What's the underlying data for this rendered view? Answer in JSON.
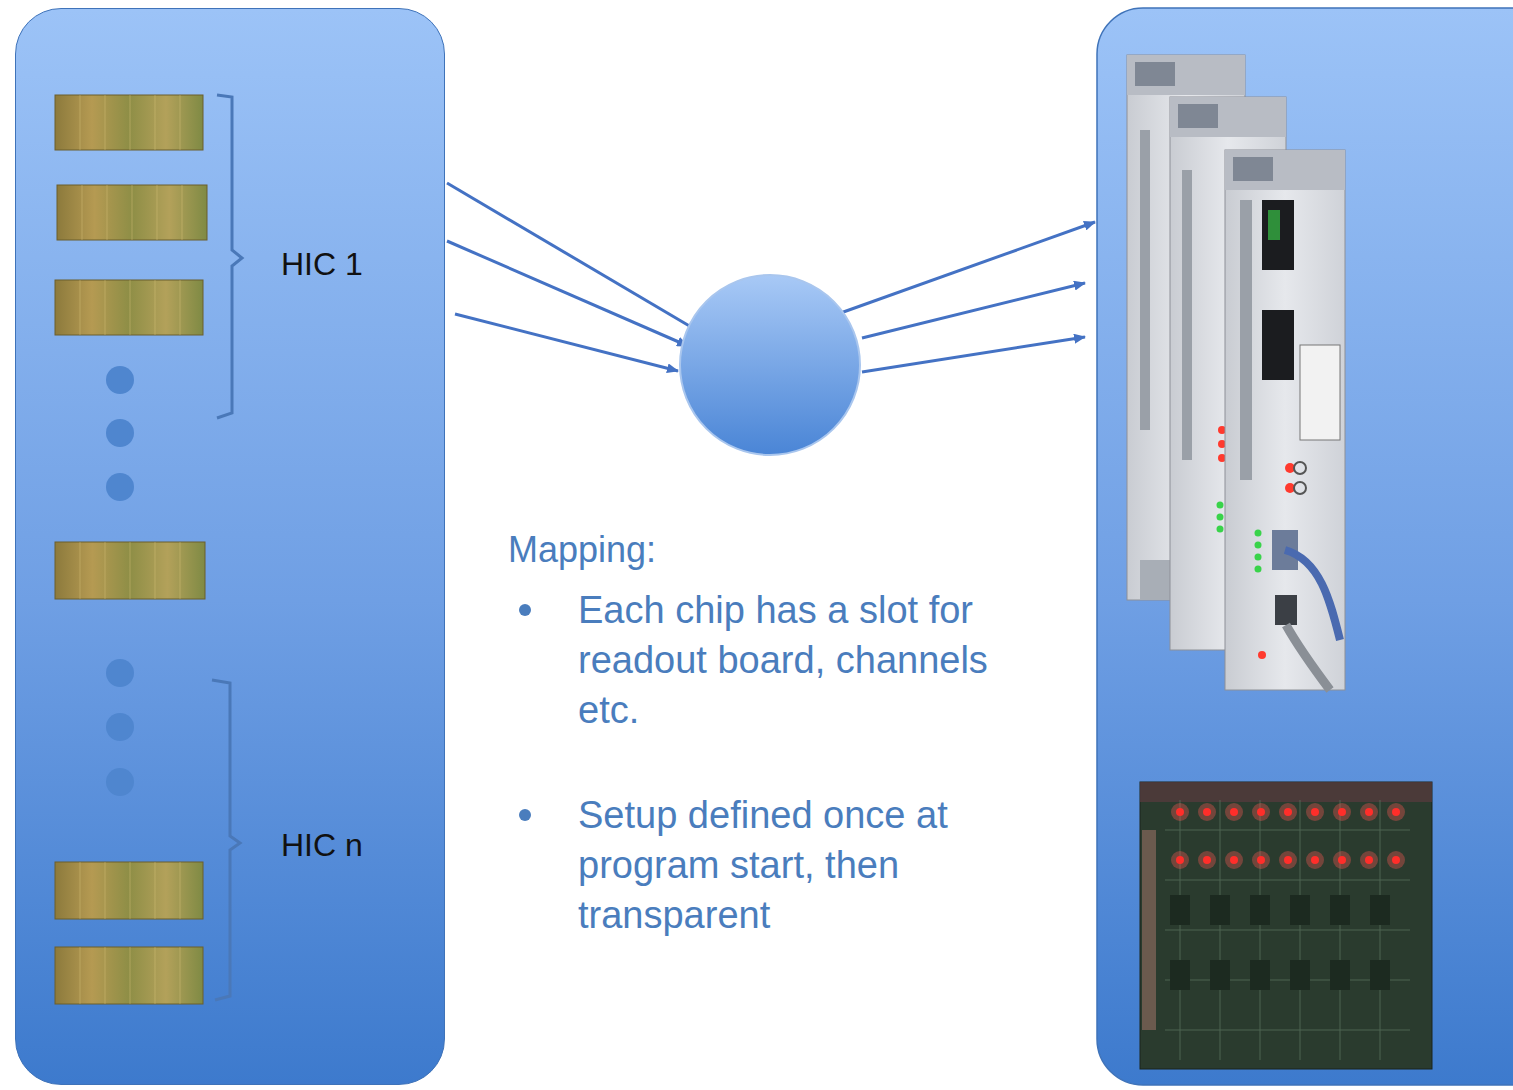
{
  "diagram": {
    "nodes": [
      {
        "text": [
          "HIC 1",
          "HIC n"
        ]
      }
    ],
    "labels": [
      "Mapping:",
      "Each chip has a slot for readout board, channels etc.",
      "Setup defined once at program start, then transparent"
    ]
  }
}
